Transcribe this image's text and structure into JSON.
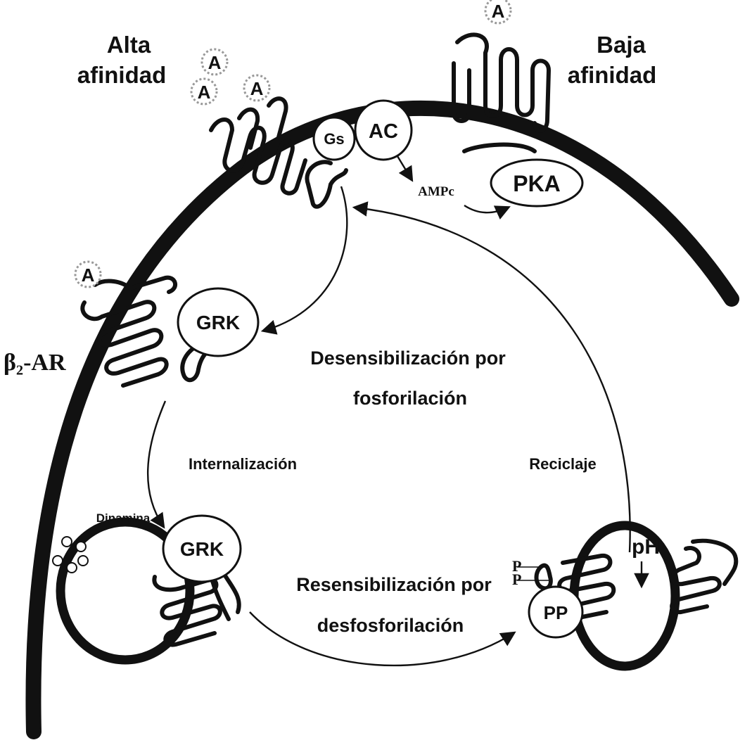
{
  "labels": {
    "high_affinity_1": "Alta",
    "high_affinity_2": "afinidad",
    "low_affinity_1": "Baja",
    "low_affinity_2": "afinidad",
    "receptor": "β₂-AR",
    "desens_1": "Desensibilización por",
    "desens_2": "fosforilación",
    "internalization": "Internalización",
    "recycling": "Reciclaje",
    "resens_1": "Resensibilización por",
    "resens_2": "desfosforilación",
    "dynamin": "Dinamina",
    "camp": "AMPc",
    "ph": "pH",
    "phospho": "P"
  },
  "proteins": {
    "gs": "Gs",
    "ac": "AC",
    "pka": "PKA",
    "grk": "GRK",
    "pp": "PP"
  },
  "agonist": "A"
}
